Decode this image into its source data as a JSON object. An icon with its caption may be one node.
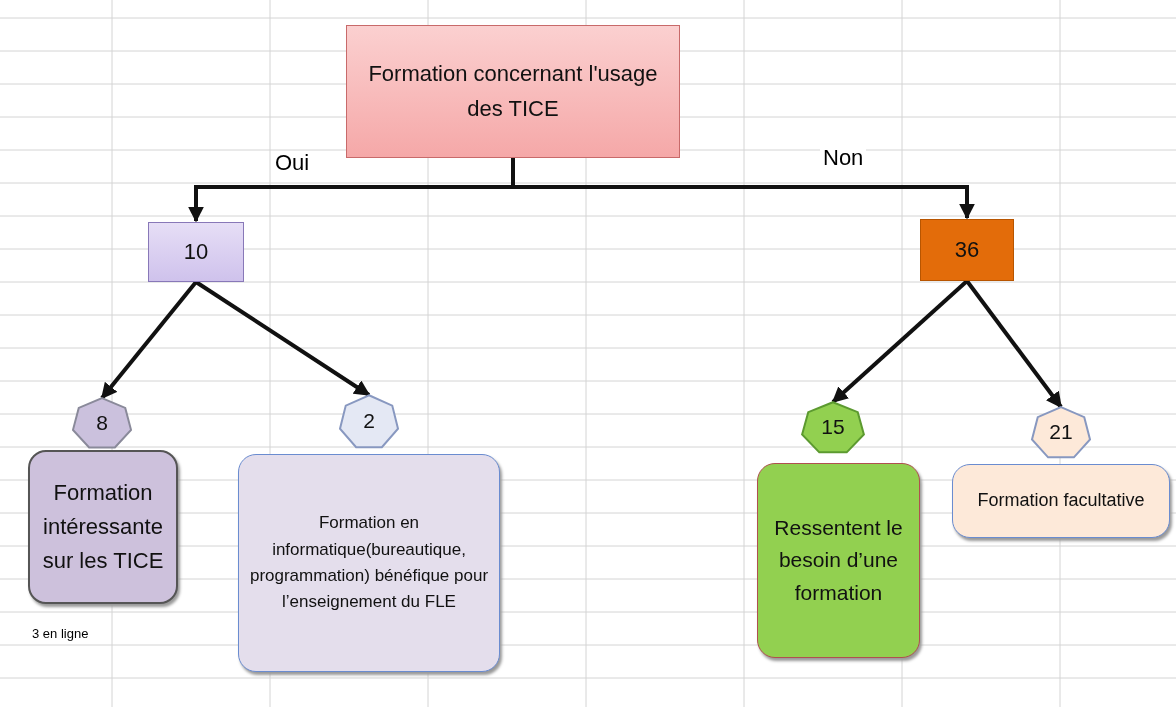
{
  "diagram": {
    "nodes": [
      {
        "text": [
          "Formation concernant l'usage des TICE"
        ]
      },
      {
        "text": [
          "10"
        ]
      },
      {
        "text": [
          "36"
        ]
      },
      {
        "text": [
          "8"
        ]
      },
      {
        "text": [
          "Formation intéressante sur les TICE"
        ]
      },
      {
        "text": [
          "2"
        ]
      },
      {
        "text": [
          "Formation en informatique(bureautique, programmation) bénéfique pour l’enseignement  du FLE"
        ]
      },
      {
        "text": [
          "15"
        ]
      },
      {
        "text": [
          "Ressentent le besoin d’une formation"
        ]
      },
      {
        "text": [
          "21"
        ]
      },
      {
        "text": [
          "Formation facultative"
        ]
      }
    ],
    "edges": [
      {
        "from": 0,
        "to": 1,
        "arrow": "to",
        "label": "Oui"
      },
      {
        "from": 0,
        "to": 2,
        "arrow": "to",
        "label": "Non"
      },
      {
        "from": 1,
        "to": 3,
        "arrow": "to"
      },
      {
        "from": 1,
        "to": 5,
        "arrow": "to"
      },
      {
        "from": 2,
        "to": 7,
        "arrow": "to"
      },
      {
        "from": 2,
        "to": 9,
        "arrow": "to"
      }
    ],
    "labels": [
      "3 en ligne"
    ]
  }
}
